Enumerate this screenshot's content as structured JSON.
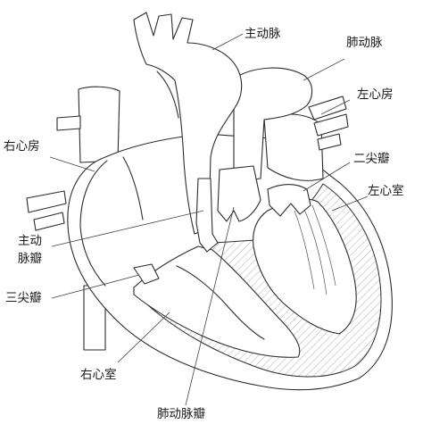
{
  "labels": {
    "aorta": "主动脉",
    "pulmonary_artery": "肺动脉",
    "left_atrium": "左心房",
    "right_atrium": "右心房",
    "mitral_valve": "二尖瓣",
    "left_ventricle": "左心室",
    "aortic_valve_line1": "主动",
    "aortic_valve_line2": "脉瓣",
    "tricuspid_valve": "三尖瓣",
    "right_ventricle": "右心室",
    "pulmonary_valve": "肺动脉瓣"
  }
}
